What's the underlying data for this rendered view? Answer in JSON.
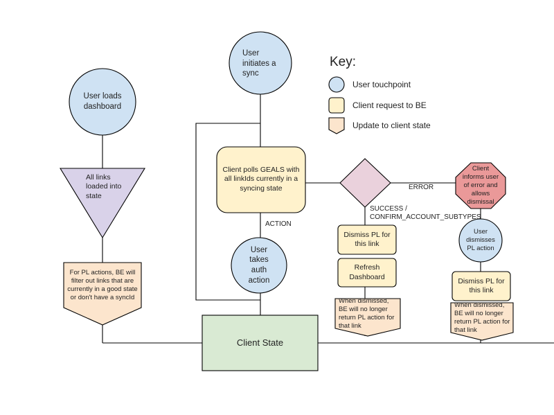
{
  "key": {
    "title": "Key:",
    "items": [
      {
        "label": "User touchpoint",
        "fill": "#cfe2f3",
        "shape": "circle"
      },
      {
        "label": "Client request to BE",
        "fill": "#fff2cc",
        "shape": "rounded-rect"
      },
      {
        "label": "Update to client state",
        "fill": "#fce5cd",
        "shape": "offpage-connector"
      }
    ]
  },
  "nodes": {
    "user_loads": "User loads dashboard",
    "all_links": "All links loaded into state",
    "pl_actions": "For PL actions, BE will filter out links that are currently in a good state or don't have a syncId",
    "user_sync": "User initiates a sync",
    "client_polls": "Client polls GEALS with all linkIds currently in a syncing state",
    "user_auth": "User takes auth action",
    "client_state": "Client State",
    "decision": "",
    "client_informs": "Client informs user of error and allows dismissal",
    "dismiss_pl_1": "Dismiss PL for this link",
    "refresh": "Refresh Dashboard",
    "dismissed_1": "When dismissed, BE will no longer return PL action for that link",
    "user_dismisses": "User dismisses PL action",
    "dismiss_pl_2": "Dismiss PL for this link",
    "dismissed_2": "When dismissed, BE will no longer return PL action for that link"
  },
  "edges": {
    "action": "ACTION",
    "error": "ERROR",
    "success": "SUCCESS / CONFIRM_ACCOUNT_SUBTYPES"
  },
  "colors": {
    "user_touchpoint": "#cfe2f3",
    "client_request": "#fff2cc",
    "client_state_update": "#fce5cd",
    "triangle": "#d9d2e9",
    "decision": "#ead1dc",
    "error_octagon": "#ea9999",
    "client_state": "#d9ead3",
    "stroke": "#000000"
  }
}
